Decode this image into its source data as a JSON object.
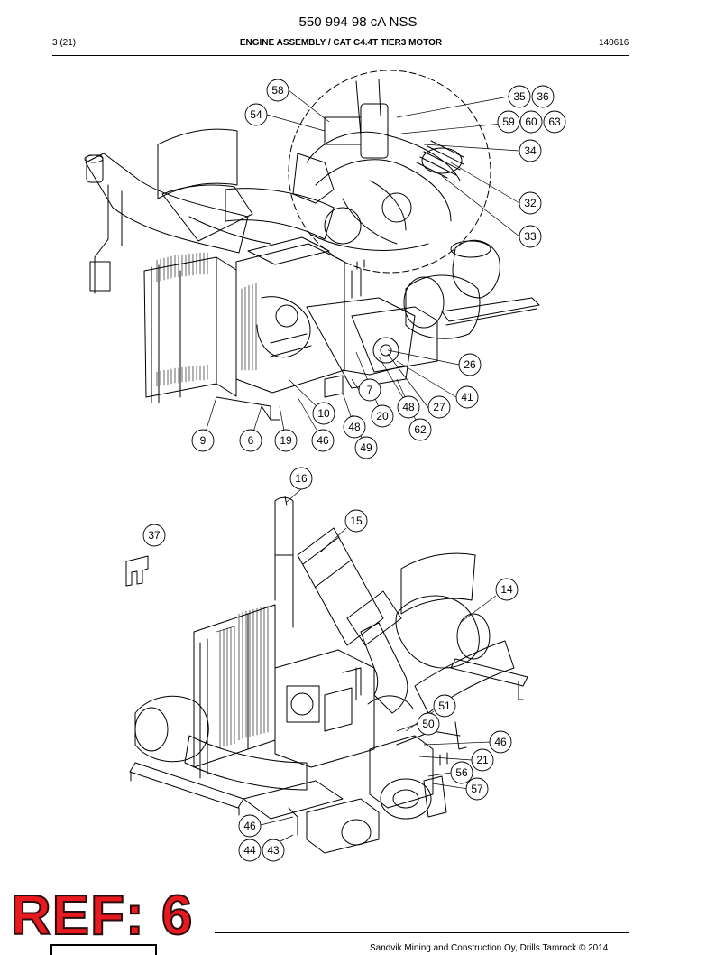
{
  "header": {
    "doc_code": "550 994 98 cA NSS",
    "page": "3 (21)",
    "title": "ENGINE ASSEMBLY / CAT C4.4T TIER3 MOTOR",
    "date": "140616"
  },
  "stamp": {
    "text": "REF: 6",
    "color": "#e8191f"
  },
  "footer": {
    "text": "Sandvik Mining and Construction Oy, Drills Tamrock © 2014"
  },
  "callouts_top": [
    "58",
    "54",
    "35",
    "36",
    "59",
    "60",
    "63",
    "34",
    "32",
    "33",
    "26",
    "41",
    "7",
    "27",
    "48",
    "20",
    "10",
    "62",
    "48",
    "9",
    "6",
    "19",
    "46",
    "49"
  ],
  "callouts_bottom": [
    "16",
    "15",
    "37",
    "14",
    "51",
    "50",
    "46",
    "21",
    "56",
    "57",
    "46",
    "44",
    "43"
  ]
}
